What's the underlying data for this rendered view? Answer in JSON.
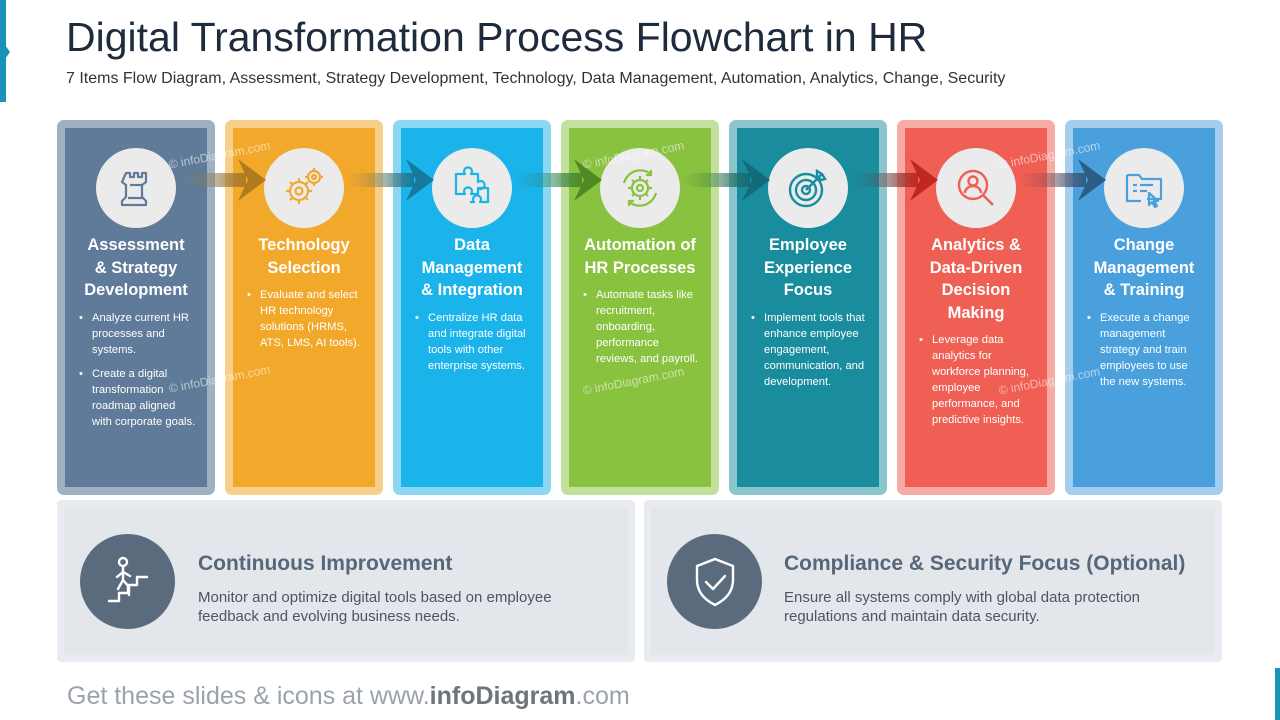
{
  "title": "Digital Transformation Process Flowchart in HR",
  "subtitle": "7 Items Flow Diagram, Assessment, Strategy Development, Technology, Data Management, Automation, Analytics, Change, Security",
  "watermark": "© infoDiagram.com",
  "colors": {
    "accent": "#1a93b8",
    "card1": "#5f7b99",
    "card2": "#f2a82b",
    "card3": "#1ab3ea",
    "card4": "#89c23f",
    "card5": "#198c9e",
    "card6": "#ef5f54",
    "card7": "#4aa0dc",
    "panel-icon": "#5b6b7e"
  },
  "steps": [
    {
      "title_lines": [
        "Assessment",
        "& Strategy",
        "Development"
      ],
      "icon": "chess-rook-icon",
      "bullets": [
        [
          "Analyze current HR",
          "processes and",
          "systems."
        ],
        [
          "Create a digital",
          "transformation",
          "roadmap aligned",
          "with corporate goals."
        ]
      ]
    },
    {
      "title_lines": [
        "Technology",
        "Selection"
      ],
      "icon": "gears-icon",
      "bullets": [
        [
          "Evaluate and select",
          "HR technology",
          "solutions (HRMS,",
          "ATS, LMS, AI tools)."
        ]
      ]
    },
    {
      "title_lines": [
        "Data",
        "Management",
        "& Integration"
      ],
      "icon": "puzzle-icon",
      "bullets": [
        [
          "Centralize HR data",
          "and integrate digital",
          "tools with other",
          "enterprise systems."
        ]
      ]
    },
    {
      "title_lines": [
        "Automation of",
        "HR Processes"
      ],
      "icon": "automation-gear-icon",
      "bullets": [
        [
          "Automate tasks like",
          "recruitment,",
          "onboarding,",
          "performance",
          "reviews, and payroll."
        ]
      ]
    },
    {
      "title_lines": [
        "Employee",
        "Experience",
        "Focus"
      ],
      "icon": "target-icon",
      "bullets": [
        [
          "Implement tools that",
          "enhance employee",
          "engagement,",
          "communication, and",
          "development."
        ]
      ]
    },
    {
      "title_lines": [
        "Analytics &",
        "Data-Driven",
        "Decision",
        "Making"
      ],
      "icon": "person-search-icon",
      "bullets": [
        [
          "Leverage data",
          "analytics for",
          "workforce planning,",
          "employee",
          "performance, and",
          "predictive insights."
        ]
      ]
    },
    {
      "title_lines": [
        "Change",
        "Management",
        "& Training"
      ],
      "icon": "folder-click-icon",
      "bullets": [
        [
          "Execute a change",
          "management",
          "strategy and train",
          "employees to use",
          "the new systems."
        ]
      ]
    }
  ],
  "panels": [
    {
      "title": "Continuous Improvement",
      "icon": "stairs-climb-icon",
      "text_lines": [
        "Monitor and optimize digital tools based on employee",
        "feedback and evolving business needs."
      ]
    },
    {
      "title": "Compliance & Security Focus (Optional)",
      "icon": "shield-check-icon",
      "text_lines": [
        "Ensure all systems comply with global data protection",
        "regulations and maintain data security."
      ]
    }
  ],
  "footer": {
    "prefix": "Get these slides & icons at www.",
    "brand": "infoDiagram",
    "suffix": ".com"
  }
}
